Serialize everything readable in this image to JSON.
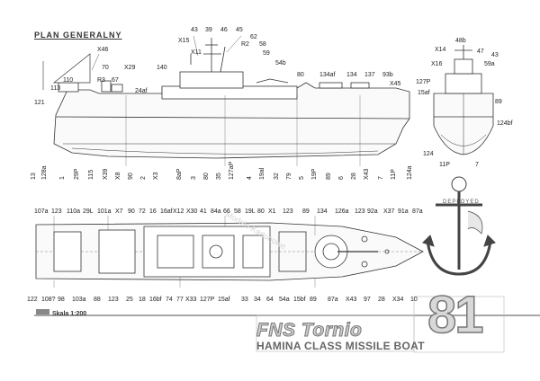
{
  "header": {
    "plan_title": "PLAN GENERALNY",
    "scale_label": "Skala 1:200"
  },
  "ship": {
    "name": "FNS Tornio",
    "class_line": "HAMINA CLASS MISSILE BOAT",
    "hull_number": "81"
  },
  "colors": {
    "line": "#333333",
    "fill_light": "#f4f4f4",
    "accent_gray": "#888888"
  },
  "side_view_top_labels": [
    "43",
    "39",
    "46",
    "45",
    "X15",
    "62",
    "R2",
    "58",
    "X11",
    "59",
    "54b",
    "140",
    "X46",
    "70",
    "X29",
    "R3",
    "67",
    "24af",
    "110",
    "113",
    "121",
    "80",
    "134af",
    "134",
    "137",
    "93b",
    "X45"
  ],
  "side_view_bottom_labels": [
    "13",
    "128a",
    "1",
    "29P",
    "115",
    "X39",
    "X8",
    "90",
    "2",
    "X3",
    "8aP",
    "3",
    "80",
    "35",
    "127aP",
    "4",
    "19al",
    "32",
    "79",
    "5",
    "19P",
    "89",
    "6",
    "28",
    "X43",
    "7",
    "11P",
    "124a"
  ],
  "front_view_labels": [
    "48b",
    "X14",
    "47",
    "43",
    "X16",
    "59a",
    "127P",
    "15af",
    "89",
    "124bf",
    "124",
    "11P",
    "7"
  ],
  "plan_top_labels": [
    "107a",
    "123",
    "110a",
    "29L",
    "101a",
    "X7",
    "90",
    "72",
    "16",
    "16af",
    "X12",
    "X30",
    "41",
    "84a",
    "66",
    "58",
    "19L",
    "80",
    "X1",
    "123",
    "89",
    "134",
    "126a",
    "123",
    "92a",
    "X37",
    "91a",
    "87a"
  ],
  "plan_bottom_labels": [
    "122",
    "108?",
    "98",
    "103a",
    "88",
    "123",
    "25",
    "18",
    "16bf",
    "74",
    "77",
    "X33",
    "127P",
    "15af",
    "33",
    "34",
    "64",
    "54a",
    "15bf",
    "89",
    "87a",
    "X43",
    "97",
    "28",
    "X34",
    "10"
  ]
}
